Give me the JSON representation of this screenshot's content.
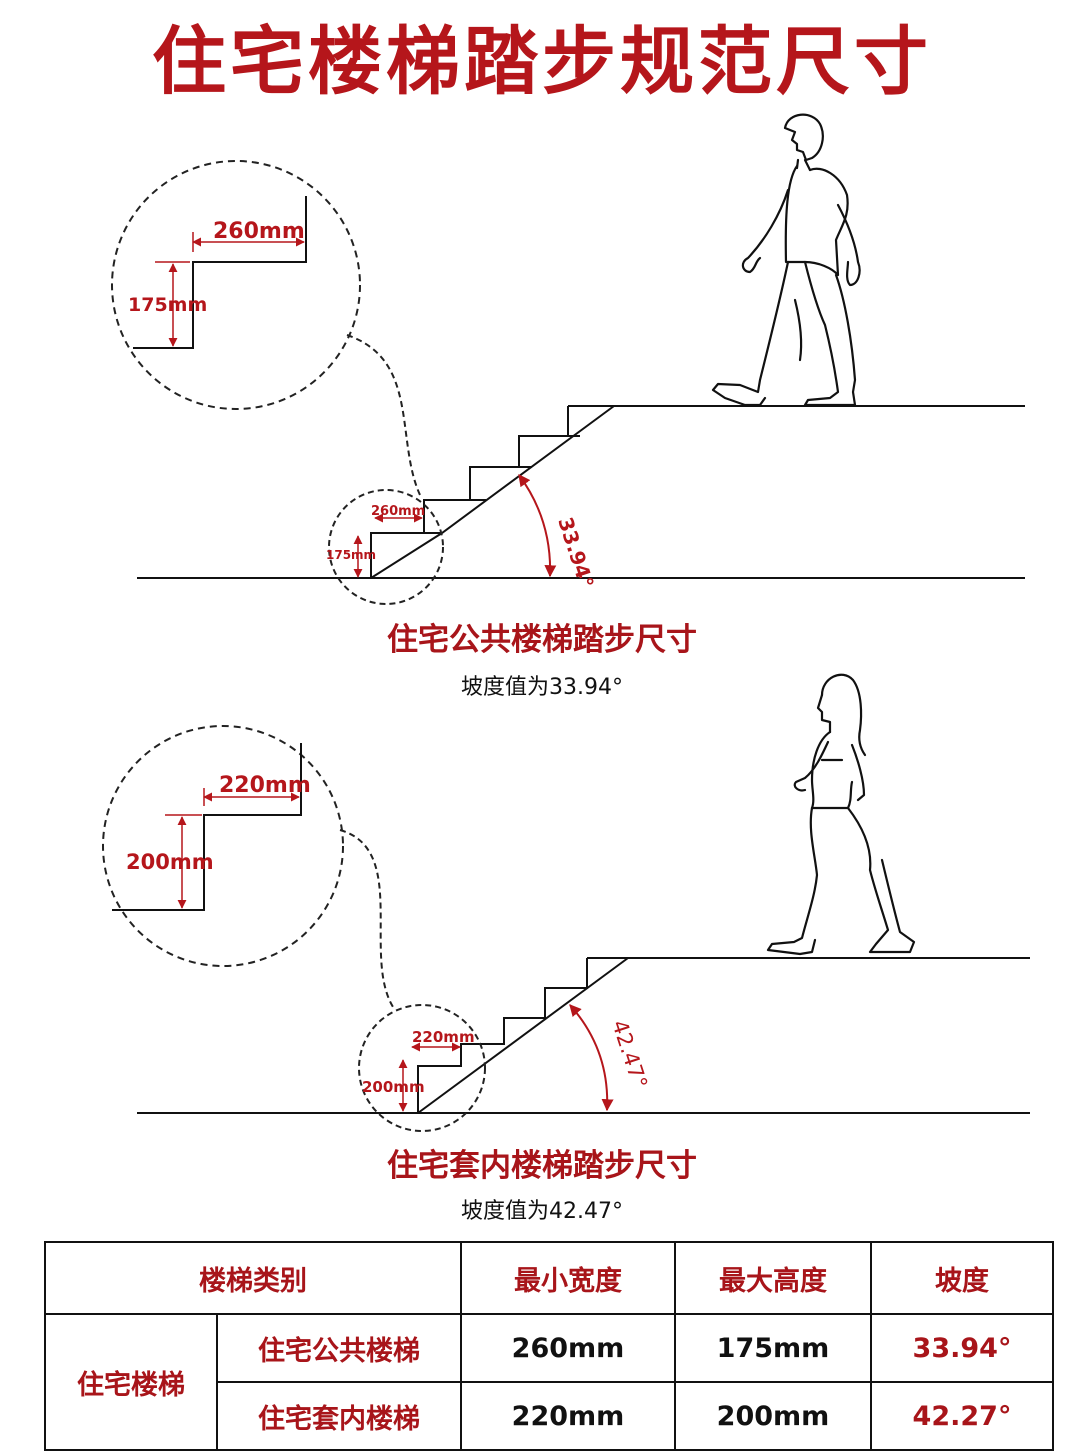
{
  "title": "住宅楼梯踏步规范尺寸",
  "diagram_public": {
    "caption": "住宅公共楼梯踏步尺寸",
    "slope_text": "坡度值为33.94°",
    "width_label": "260mm",
    "height_label": "175mm",
    "angle_label": "33.94°"
  },
  "diagram_private": {
    "caption": "住宅套内楼梯踏步尺寸",
    "slope_text": "坡度值为42.47°",
    "width_label": "220mm",
    "height_label": "200mm",
    "angle_label": "42.47°"
  },
  "table": {
    "headers": [
      "楼梯类别",
      "最小宽度",
      "最大高度",
      "坡度"
    ],
    "group": "住宅楼梯",
    "rows": [
      {
        "name": "住宅公共楼梯",
        "width": "260mm",
        "height": "175mm",
        "slope": "33.94°"
      },
      {
        "name": "住宅套内楼梯",
        "width": "220mm",
        "height": "200mm",
        "slope": "42.27°"
      }
    ]
  },
  "colors": {
    "accent": "#b5161b",
    "line": "#111111"
  }
}
